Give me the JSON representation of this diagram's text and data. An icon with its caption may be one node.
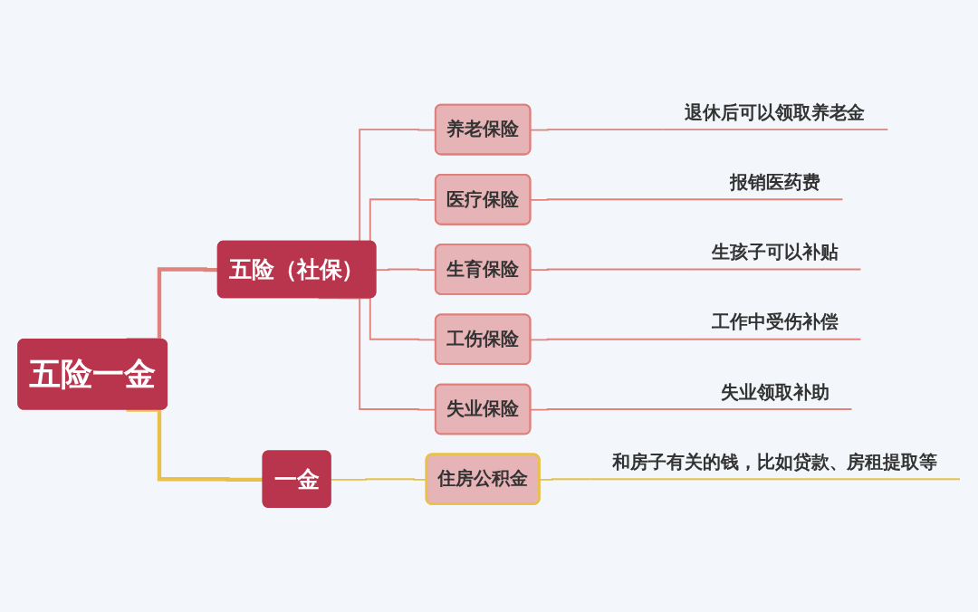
{
  "diagram": {
    "nodes": [
      {
        "text": [
          "五险一金"
        ]
      },
      {
        "text": [
          "五险（社保）"
        ]
      },
      {
        "text": [
          "养老保险"
        ]
      },
      {
        "text": [
          "退休后可以领取养老金"
        ]
      },
      {
        "text": [
          "医疗保险"
        ]
      },
      {
        "text": [
          "报销医药费"
        ]
      },
      {
        "text": [
          "生育保险"
        ]
      },
      {
        "text": [
          "生孩子可以补贴"
        ]
      },
      {
        "text": [
          "工伤保险"
        ]
      },
      {
        "text": [
          "工作中受伤补偿"
        ]
      },
      {
        "text": [
          "失业保险"
        ]
      },
      {
        "text": [
          "失业领取补助"
        ]
      },
      {
        "text": [
          "一金"
        ]
      },
      {
        "text": [
          "住房公积金"
        ]
      },
      {
        "text": [
          "和房子有关的钱，比如贷款、房租提取等"
        ]
      }
    ],
    "edges": [
      {
        "from": 0,
        "to": 1,
        "arrow": "none",
        "style": "thick"
      },
      {
        "from": 1,
        "to": 2,
        "arrow": "none"
      },
      {
        "from": 2,
        "to": 3,
        "arrow": "none"
      },
      {
        "from": 1,
        "to": 4,
        "arrow": "none"
      },
      {
        "from": 4,
        "to": 5,
        "arrow": "none"
      },
      {
        "from": 1,
        "to": 6,
        "arrow": "none"
      },
      {
        "from": 6,
        "to": 7,
        "arrow": "none"
      },
      {
        "from": 1,
        "to": 8,
        "arrow": "none"
      },
      {
        "from": 8,
        "to": 9,
        "arrow": "none"
      },
      {
        "from": 1,
        "to": 10,
        "arrow": "none"
      },
      {
        "from": 10,
        "to": 11,
        "arrow": "none"
      },
      {
        "from": 0,
        "to": 12,
        "arrow": "none",
        "style": "thick",
        "color": "#e8c04a"
      },
      {
        "from": 12,
        "to": 13,
        "arrow": "none",
        "color": "#e8c04a"
      },
      {
        "from": 13,
        "to": 14,
        "arrow": "none",
        "color": "#e8c04a"
      }
    ]
  }
}
